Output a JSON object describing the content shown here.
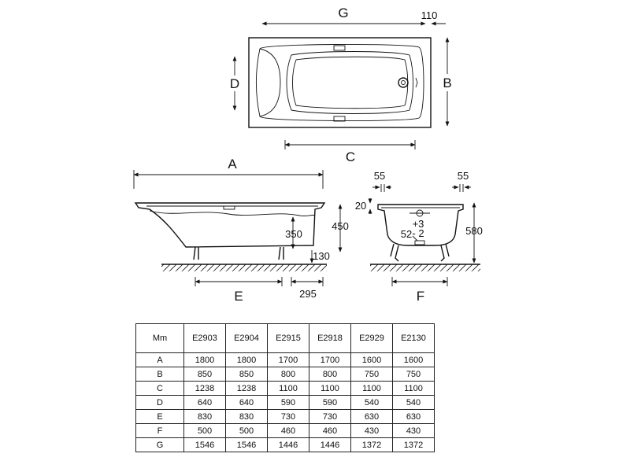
{
  "labels": {
    "G": "G",
    "D": "D",
    "B": "B",
    "C": "C",
    "A": "A",
    "E": "E",
    "F": "F",
    "d110": "110",
    "d55a": "55",
    "d55b": "55",
    "d20": "20",
    "d350": "350",
    "d450": "450",
    "d130": "130",
    "d295": "295",
    "d580": "580",
    "tolPlus": "+3",
    "tolMinus": "- 2",
    "d52": "52"
  },
  "table": {
    "corner": "Mm",
    "columns": [
      "E2903",
      "E2904",
      "E2915",
      "E2918",
      "E2929",
      "E2130"
    ],
    "rows": [
      {
        "label": "A",
        "values": [
          "1800",
          "1800",
          "1700",
          "1700",
          "1600",
          "1600"
        ]
      },
      {
        "label": "B",
        "values": [
          "850",
          "850",
          "800",
          "800",
          "750",
          "750"
        ]
      },
      {
        "label": "C",
        "values": [
          "1238",
          "1238",
          "1100",
          "1100",
          "1100",
          "1100"
        ]
      },
      {
        "label": "D",
        "values": [
          "640",
          "640",
          "590",
          "590",
          "540",
          "540"
        ]
      },
      {
        "label": "E",
        "values": [
          "830",
          "830",
          "730",
          "730",
          "630",
          "630"
        ]
      },
      {
        "label": "F",
        "values": [
          "500",
          "500",
          "460",
          "460",
          "430",
          "430"
        ]
      },
      {
        "label": "G",
        "values": [
          "1546",
          "1546",
          "1446",
          "1446",
          "1372",
          "1372"
        ]
      }
    ]
  }
}
